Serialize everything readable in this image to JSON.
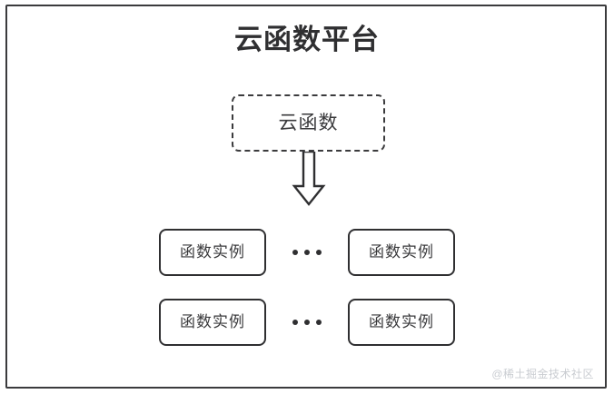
{
  "diagram": {
    "title": "云函数平台",
    "platform_frame": {
      "label": "云函数平台"
    },
    "cloud_function": {
      "label": "云函数",
      "border_style": "dashed"
    },
    "arrow": {
      "name": "down-arrow",
      "direction": "down"
    },
    "instance_rows": [
      {
        "left_box": "函数实例",
        "ellipsis": "...",
        "right_box": "函数实例"
      },
      {
        "left_box": "函数实例",
        "ellipsis": "...",
        "right_box": "函数实例"
      }
    ],
    "watermark": "@稀土掘金技术社区",
    "colors": {
      "stroke": "#2f2f31",
      "dashed_stroke": "#3b3b3d",
      "text": "#3a3a3c",
      "background": "#ffffff",
      "watermark": "#c9ccd1"
    }
  }
}
